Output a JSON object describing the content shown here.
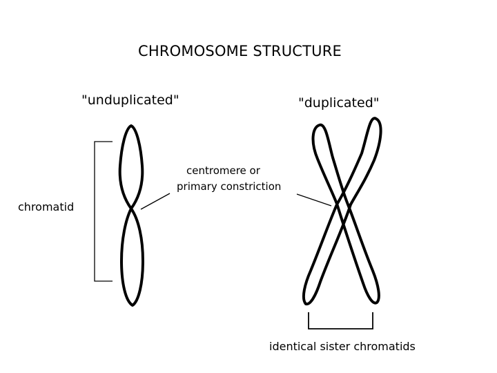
{
  "diagram": {
    "title": "CHROMOSOME STRUCTURE",
    "label_unduplicated": "\"unduplicated\"",
    "label_duplicated": "\"duplicated\"",
    "label_centromere_line1": "centromere or",
    "label_centromere_line2": "primary constriction",
    "label_chromatid": "chromatid",
    "label_sister_chromatids": "identical sister chromatids"
  },
  "colors": {
    "ink": "#000000",
    "background": "#ffffff"
  }
}
